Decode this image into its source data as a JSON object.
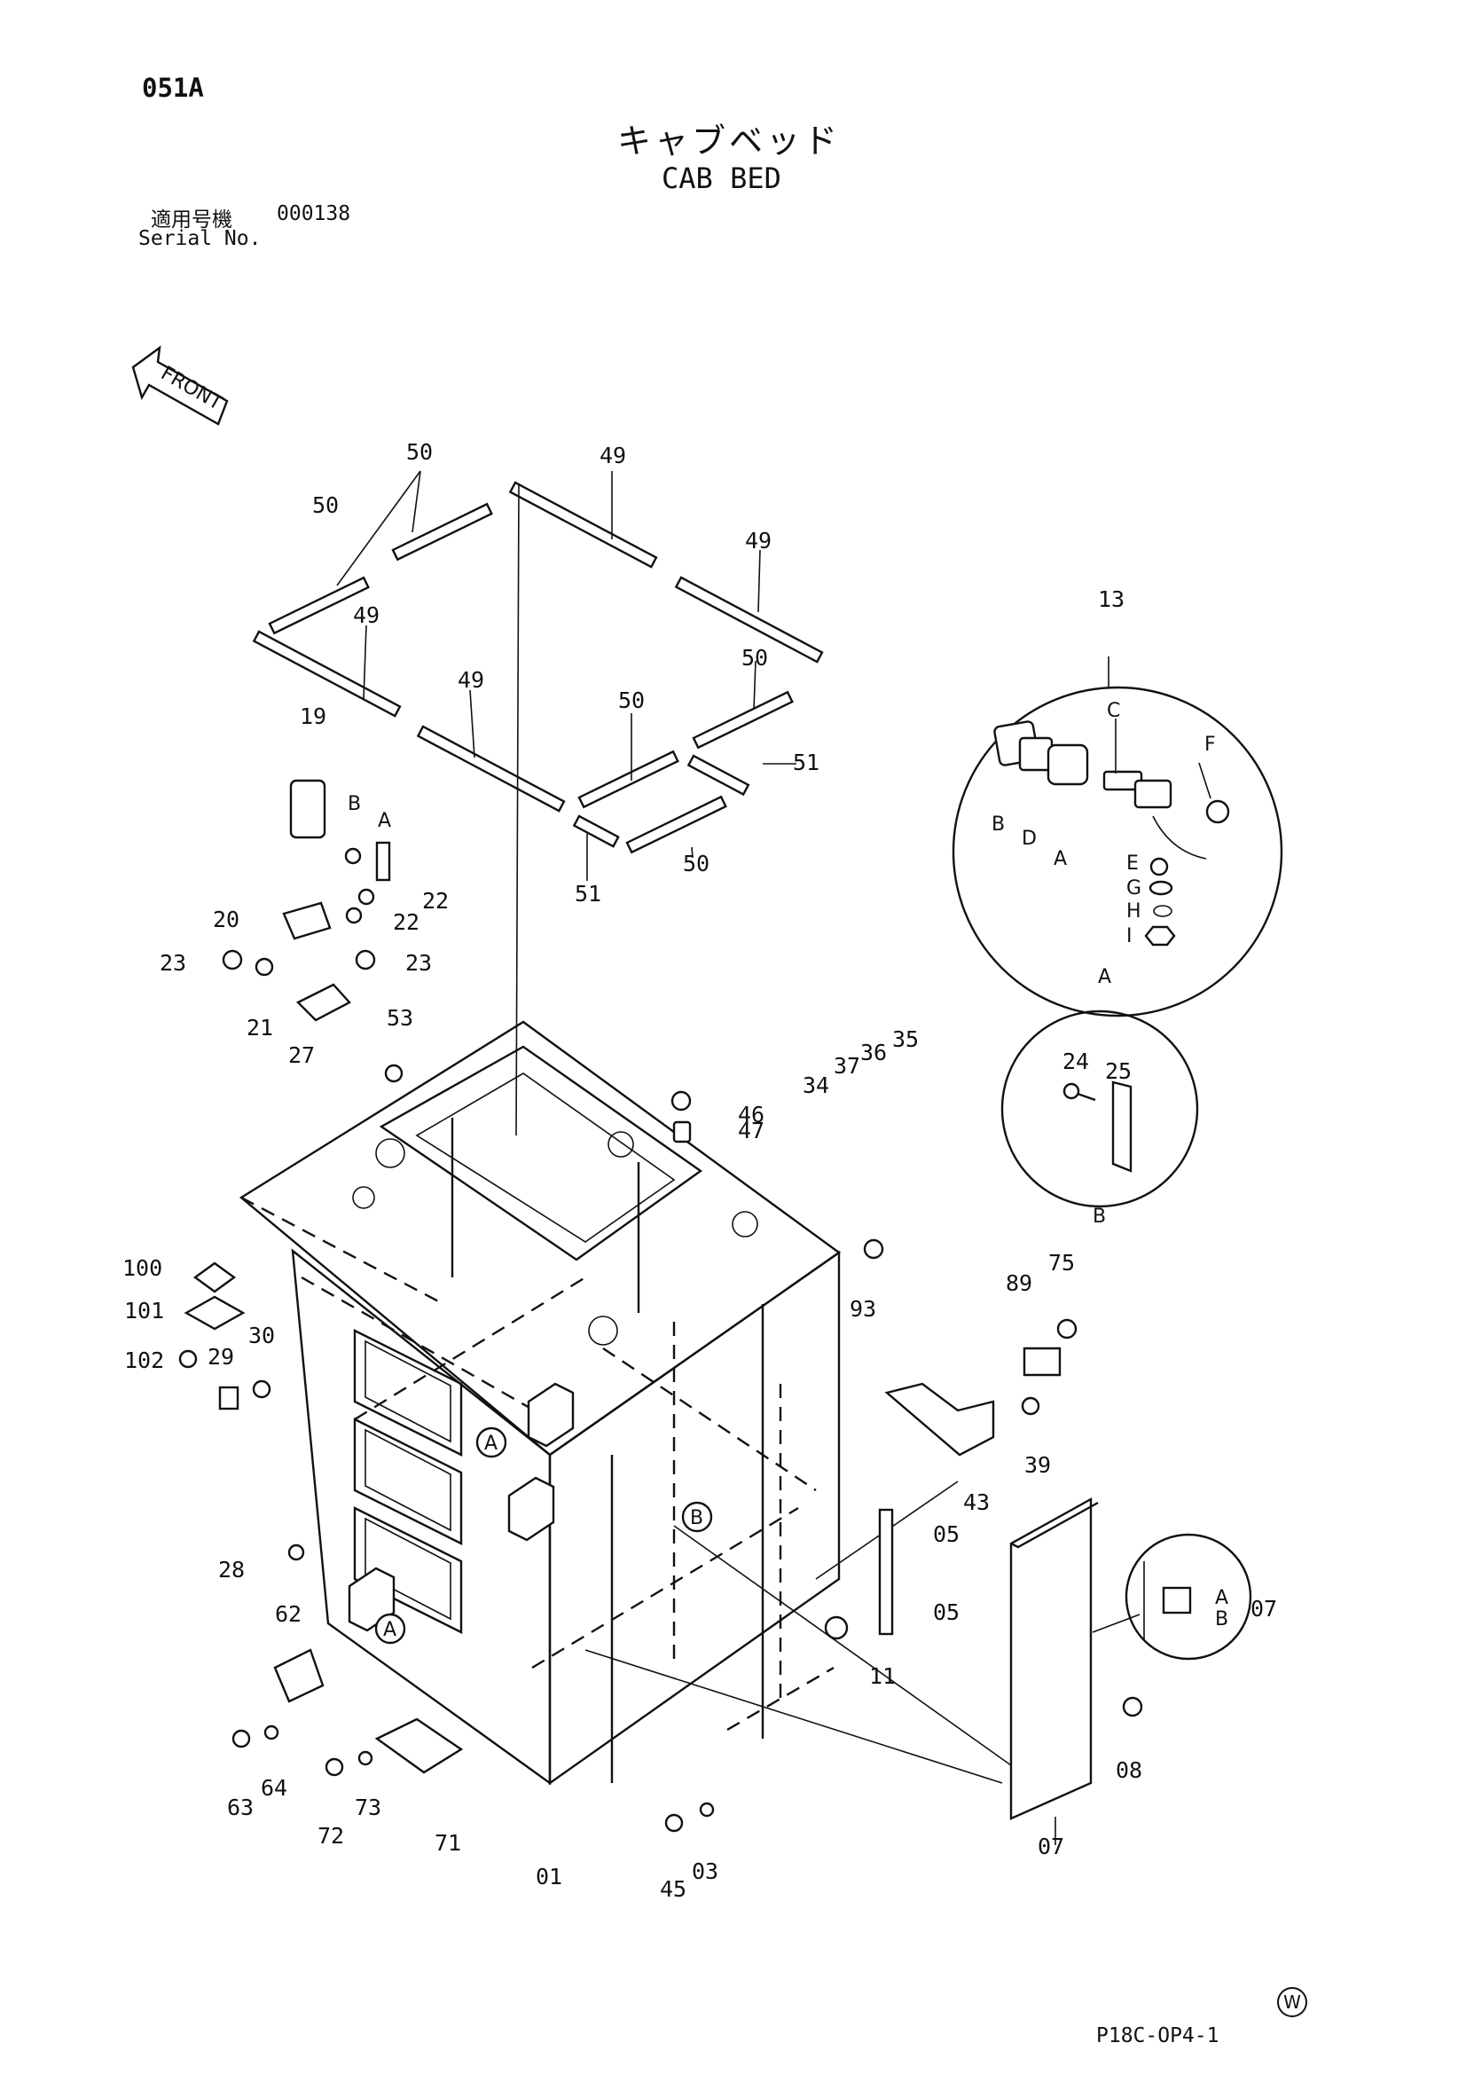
{
  "header": {
    "page_code": "051A",
    "title_jp": "キャブベッド",
    "title_en": "CAB BED",
    "serial_label_jp": "適用号機",
    "serial_value": "000138",
    "serial_label_en": "Serial No.",
    "front_label": "FRONT"
  },
  "callouts": {
    "c01": "01",
    "c03": "03",
    "c05a": "05",
    "c05b": "05",
    "c07": "07",
    "c07b": "07",
    "c08": "08",
    "c11": "11",
    "c13": "13",
    "c19": "19",
    "c20": "20",
    "c21": "21",
    "c22a": "22",
    "c22b": "22",
    "c23a": "23",
    "c23b": "23",
    "c24": "24",
    "c25": "25",
    "c27": "27",
    "c28": "28",
    "c29": "29",
    "c30": "30",
    "c34": "34",
    "c35": "35",
    "c36": "36",
    "c37": "37",
    "c39": "39",
    "c43": "43",
    "c45": "45",
    "c46": "46",
    "c47": "47",
    "c49a": "49",
    "c49b": "49",
    "c49c": "49",
    "c49d": "49",
    "c50a": "50",
    "c50b": "50",
    "c50c": "50",
    "c50d": "50",
    "c50e": "50",
    "c51a": "51",
    "c51b": "51",
    "c53": "53",
    "c62": "62",
    "c63": "63",
    "c64": "64",
    "c71": "71",
    "c72": "72",
    "c73": "73",
    "c75": "75",
    "c89": "89",
    "c93": "93",
    "c100": "100",
    "c101": "101",
    "c102": "102"
  },
  "detail_letters": {
    "sw_A": "A",
    "sw_B": "B",
    "sw_C": "C",
    "sw_D": "D",
    "sw_E": "E",
    "sw_F": "F",
    "sw_G": "G",
    "sw_H": "H",
    "sw_I": "I",
    "circleA_label": "A",
    "circleB_label": "B",
    "sub19_A": "A",
    "sub19_B": "B",
    "door_A": "A",
    "door_B": "B",
    "ref_A1": "A",
    "ref_A2": "A",
    "ref_B": "B"
  },
  "footer": {
    "drawing_code": "P18C-OP4-1",
    "w_mark": "W"
  }
}
